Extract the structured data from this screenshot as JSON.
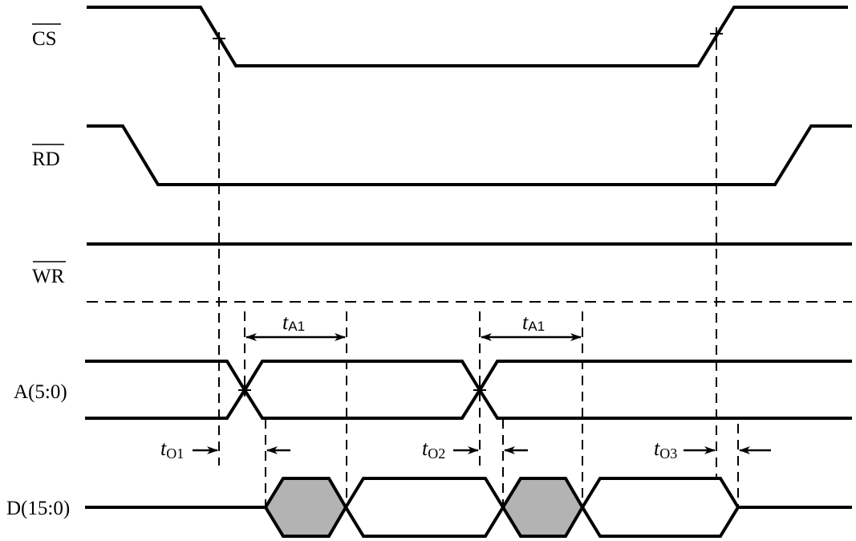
{
  "diagram": {
    "type": "timing-diagram",
    "signals": [
      {
        "id": "cs",
        "label": "CS",
        "active_low": true,
        "description": "chip select: high, falls low, rises high again"
      },
      {
        "id": "rd",
        "label": "RD",
        "active_low": true,
        "description": "read strobe: high, falls low early, rises high at end"
      },
      {
        "id": "wr",
        "label": "WR",
        "active_low": true,
        "description": "write strobe: held high throughout"
      },
      {
        "id": "addr",
        "label": "A(5:0)",
        "active_low": false,
        "description": "address bus with two transitions"
      },
      {
        "id": "data",
        "label": "D(15:0)",
        "active_low": false,
        "description": "data bus: two invalid (shaded) windows and two valid windows"
      }
    ],
    "timing_labels": [
      {
        "id": "ta1-first",
        "main": "t",
        "sub": "A1"
      },
      {
        "id": "ta1-second",
        "main": "t",
        "sub": "A1"
      },
      {
        "id": "to1",
        "main": "t",
        "sub": "O1"
      },
      {
        "id": "to2",
        "main": "t",
        "sub": "O2"
      },
      {
        "id": "to3",
        "main": "t",
        "sub": "O3"
      }
    ],
    "colors": {
      "line": "#000000",
      "invalid_fill": "#b3b3b3",
      "background": "#ffffff"
    }
  }
}
